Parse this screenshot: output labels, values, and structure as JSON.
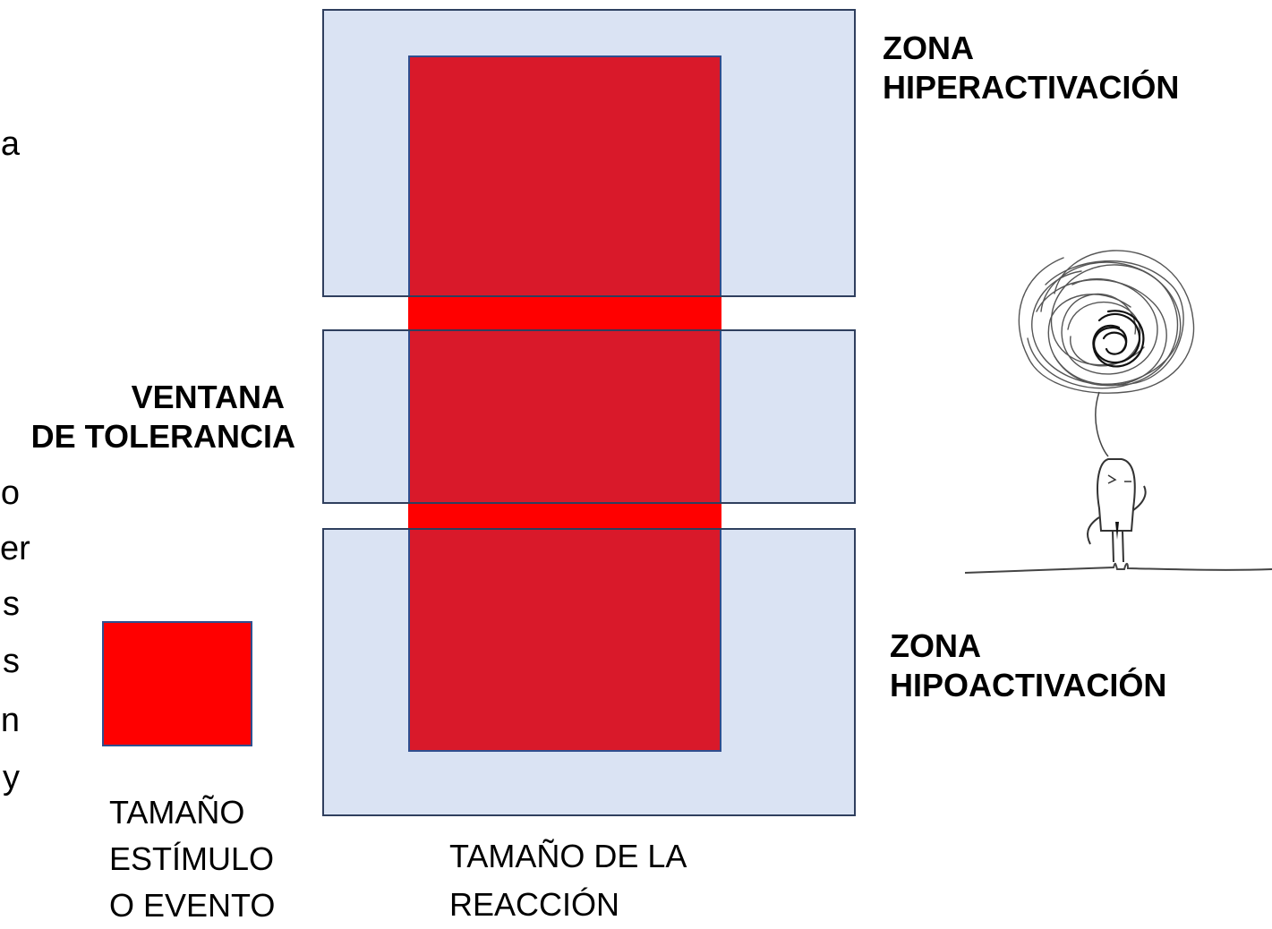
{
  "labels": {
    "zona_hiper_line1": "ZONA",
    "zona_hiper_line2": "HIPERACTIVACIÓN",
    "ventana_line1": "VENTANA",
    "ventana_line2": "DE TOLERANCIA",
    "zona_hipo_line1": "ZONA",
    "zona_hipo_line2": "HIPOACTIVACIÓN",
    "estimulo_line1": "TAMAÑO",
    "estimulo_line2": "ESTÍMULO",
    "estimulo_line3": "O EVENTO",
    "reaccion_line1": "TAMAÑO DE LA",
    "reaccion_line2": "REACCIÓN"
  },
  "cropped_left_text": [
    "a",
    "o",
    "er",
    "s",
    "s",
    "n",
    "y"
  ],
  "colors": {
    "zone_fill": "#dae3f3",
    "reaction_red": "#d9192a",
    "stimulus_red": "#ff0000"
  },
  "illustration": {
    "icon": "stressed-person-scribble-cloud-icon"
  }
}
